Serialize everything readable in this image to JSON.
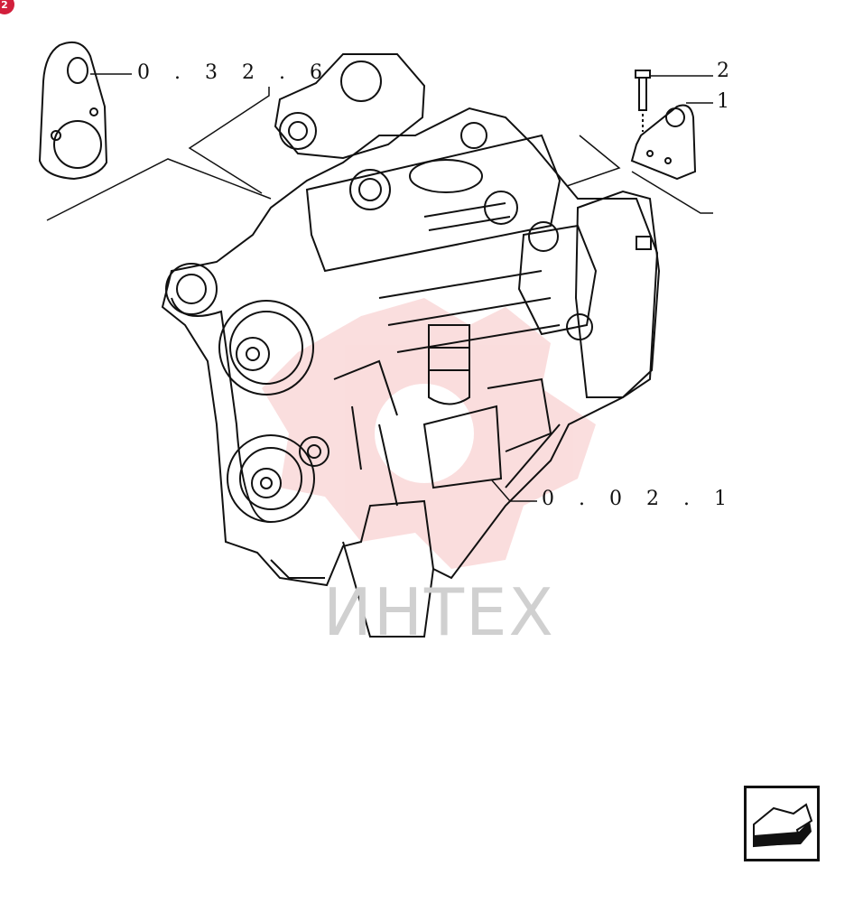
{
  "badge": {
    "text": "2",
    "color": "#d21f3c"
  },
  "callouts": {
    "ref_0326": "0 . 3 2 . 6",
    "ref_0021": "0 . 0 2 . 1",
    "item_2": "2",
    "item_1": "1"
  },
  "watermark": {
    "text": "ИНТЕХ",
    "color": "#f4c6c6"
  },
  "nav": {
    "icon": "next-page-arrow-icon"
  }
}
